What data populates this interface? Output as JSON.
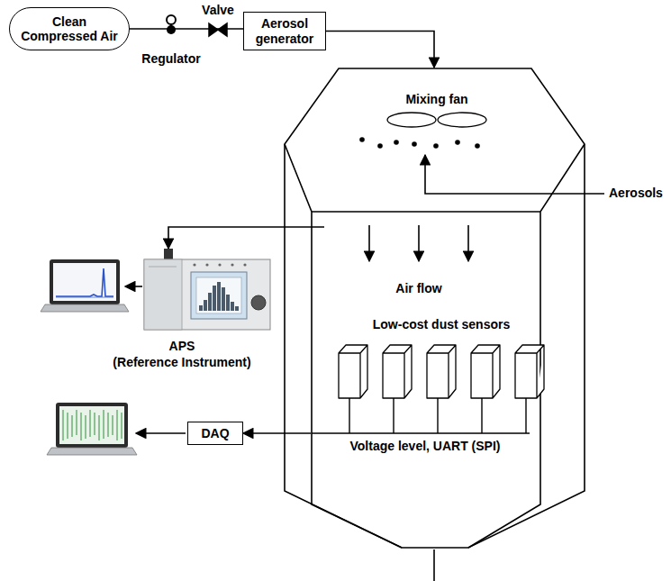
{
  "diagram": {
    "nodes": [
      {
        "text": [
          "Clean Compressed Air"
        ]
      },
      {
        "text": [
          "Aerosol generator"
        ]
      },
      {
        "text": [
          "Mixing fan",
          "Air flow",
          "Low-cost dust sensors",
          "Voltage level, UART (SPI)"
        ]
      },
      {
        "text": [
          "APS",
          "(Reference Instrument)"
        ]
      },
      {
        "text": [
          "DAQ"
        ]
      }
    ],
    "edges": [
      {
        "from": 0,
        "to": 1,
        "arrow": "none"
      },
      {
        "from": 1,
        "to": 2,
        "arrow": "to"
      },
      {
        "from": 2,
        "to": 3,
        "arrow": "to"
      },
      {
        "from": 2,
        "to": 4,
        "arrow": "to"
      }
    ],
    "labels": [
      "Regulator",
      "Valve",
      "Aerosols"
    ]
  }
}
